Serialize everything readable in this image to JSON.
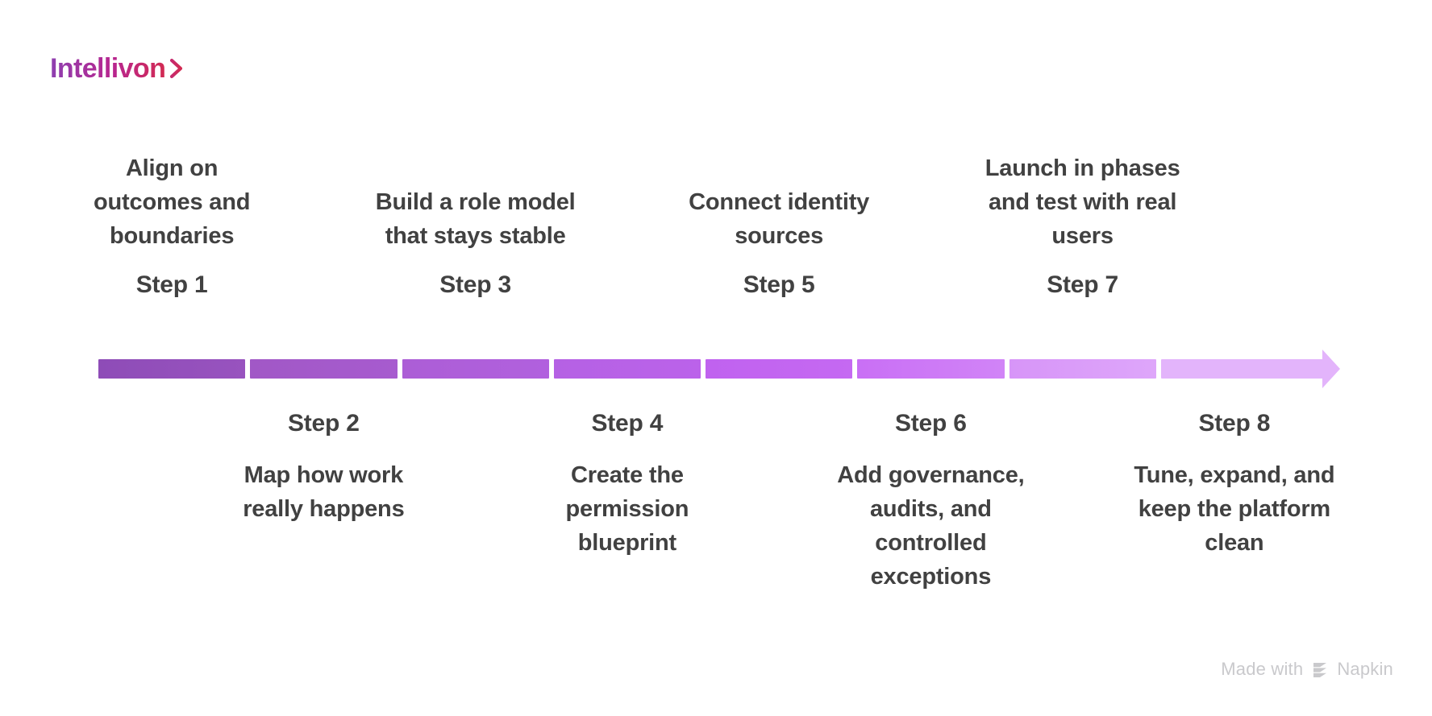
{
  "brand": {
    "name": "Intellivon",
    "chevron_icon": "chevron-right-icon",
    "gradient_from": "#8e3fb0",
    "gradient_mid": "#b8268f",
    "gradient_to": "#d22a52"
  },
  "timeline": {
    "type": "progress-arrow",
    "segment_count": 8,
    "arrow_direction": "right",
    "segment_colors": [
      "#8e4cb7",
      "#a158c6",
      "#ac5ed6",
      "#b561e4",
      "#c062ef",
      "#c96ff5",
      "#d795f8",
      "#e3b4fb"
    ],
    "steps": [
      {
        "label": "Step 1",
        "title": "Align on outcomes and boundaries",
        "position": "top"
      },
      {
        "label": "Step 2",
        "title": "Map how work really happens",
        "position": "bottom"
      },
      {
        "label": "Step 3",
        "title": "Build a role model that stays stable",
        "position": "top"
      },
      {
        "label": "Step 4",
        "title": "Create the permission blueprint",
        "position": "bottom"
      },
      {
        "label": "Step 5",
        "title": "Connect identity sources",
        "position": "top"
      },
      {
        "label": "Step 6",
        "title": "Add governance, audits, and controlled exceptions",
        "position": "bottom"
      },
      {
        "label": "Step 7",
        "title": "Launch in phases and test with real users",
        "position": "top"
      },
      {
        "label": "Step 8",
        "title": "Tune, expand, and keep the platform clean",
        "position": "bottom"
      }
    ]
  },
  "watermark": {
    "prefix": "Made with",
    "brand": "Napkin",
    "icon": "napkin-logo-icon",
    "color": "#c9c9cc"
  }
}
